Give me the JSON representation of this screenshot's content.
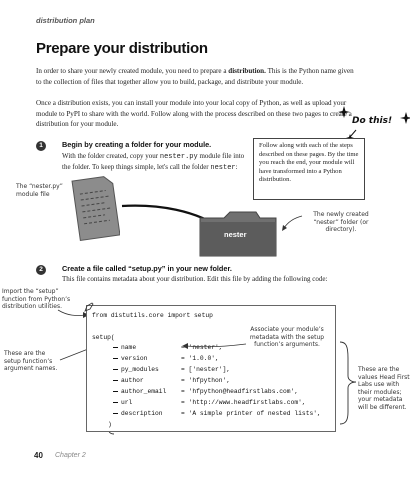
{
  "header": {
    "section": "distribution plan"
  },
  "title": "Prepare your distribution",
  "intro": {
    "p1_before": "In order to share your newly created module, you need to prepare a",
    "p1_bold": "distribution.",
    "p1_after": "This is the Python name given to the collection of files that together allow you to build, package, and distribute your module.",
    "p2": "Once a distribution exists, you can install your module into your local copy of Python, as well as upload your module to PyPI to share with the world. Follow along with the process described on these two pages to create a distribution for your module."
  },
  "do_this": "Do this!",
  "sidebar_note": "Follow along with each of the steps described on these pages. By the time you reach the end, your module will have transformed into a Python distribution.",
  "step1": {
    "number": "1",
    "title": "Begin by creating a folder for your module.",
    "text_a": "With the folder created, copy your",
    "file": "nester.py",
    "text_b": "module file into the folder. To keep things simple, let's call the folder",
    "folder": "nester",
    "text_end": ":"
  },
  "folder_label": "nester",
  "annotations": {
    "nester_py": "The “nester.py” module file",
    "new_folder": "The newly created “nester” folder (or directory).",
    "import_setup": "Import the “setup” function from Python’s distribution utilities.",
    "arg_names": "These are the setup function’s argument names.",
    "associate": "Associate your module’s metadata with the setup function’s arguments.",
    "values": "These are the values Head First Labs use with their modules; your metadata will be different."
  },
  "step2": {
    "number": "2",
    "title": "Create a file called “setup.py” in your new folder.",
    "text": "This file contains metadata about your distribution. Edit this file by adding the following code:"
  },
  "code": {
    "import_line": "from distutils.core import setup",
    "open": "setup(",
    "close": ")",
    "args": [
      {
        "name": "name",
        "value": "= 'nester',"
      },
      {
        "name": "version",
        "value": "= '1.0.0',"
      },
      {
        "name": "py_modules",
        "value": "= ['nester'],"
      },
      {
        "name": "author",
        "value": "= 'hfpython',"
      },
      {
        "name": "author_email",
        "value": "= 'hfpython@headfirstlabs.com',"
      },
      {
        "name": "url",
        "value": "= 'http://www.headfirstlabs.com',"
      },
      {
        "name": "description",
        "value": "= 'A simple printer of nested lists',"
      }
    ]
  },
  "footer": {
    "page": "40",
    "chapter": "Chapter 2"
  }
}
